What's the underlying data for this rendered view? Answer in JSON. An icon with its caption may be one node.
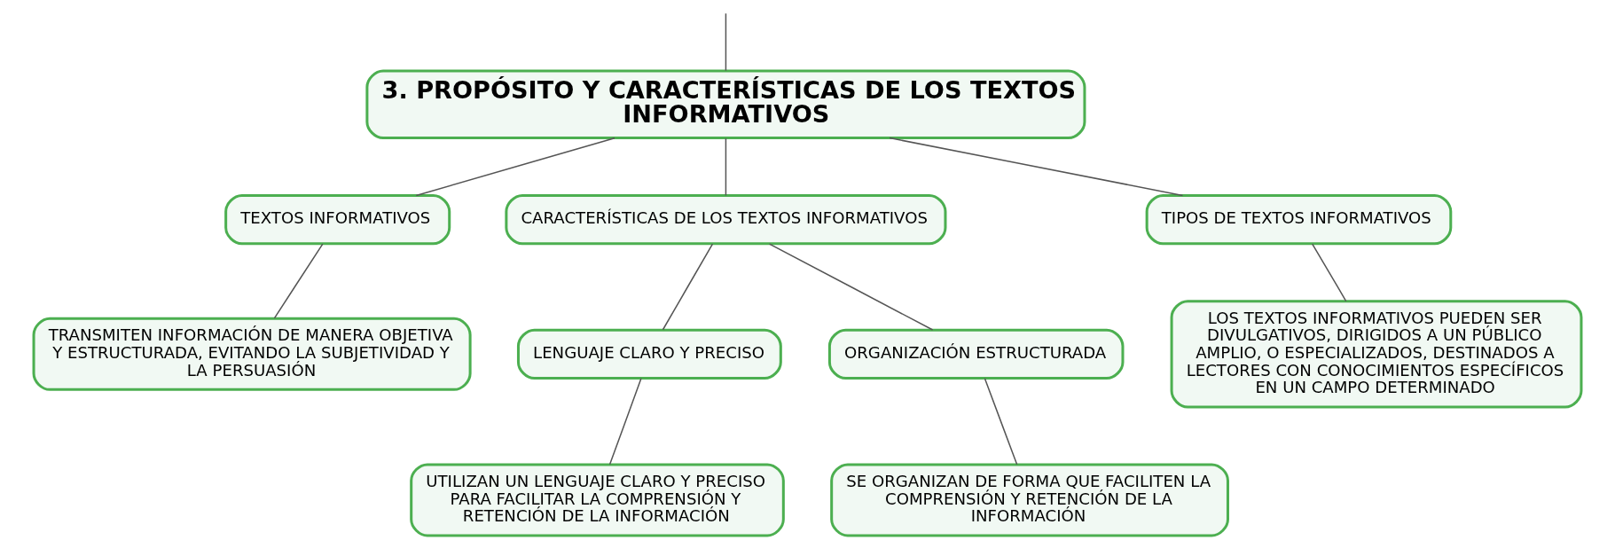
{
  "diagram": {
    "nodes": [
      {
        "text": [
          "3. PROPÓSITO Y CARACTERÍSTICAS DE LOS TEXTOS INFORMATIVOS"
        ]
      },
      {
        "text": [
          "TEXTOS INFORMATIVOS"
        ]
      },
      {
        "text": [
          "CARACTERÍSTICAS DE LOS TEXTOS INFORMATIVOS"
        ]
      },
      {
        "text": [
          "TIPOS DE TEXTOS INFORMATIVOS"
        ]
      },
      {
        "text": [
          "TRANSMITEN INFORMACIÓN DE MANERA OBJETIVA Y ESTRUCTURADA, EVITANDO LA SUBJETIVIDAD Y LA PERSUASIÓN"
        ]
      },
      {
        "text": [
          "LENGUAJE CLARO Y PRECISO"
        ]
      },
      {
        "text": [
          "ORGANIZACIÓN ESTRUCTURADA"
        ]
      },
      {
        "text": [
          "UTILIZAN UN LENGUAJE CLARO Y PRECISO PARA FACILITAR LA COMPRENSIÓN Y RETENCIÓN DE LA INFORMACIÓN"
        ]
      },
      {
        "text": [
          "SE ORGANIZAN DE FORMA QUE FACILITEN LA COMPRENSIÓN Y RETENCIÓN DE LA INFORMACIÓN"
        ]
      },
      {
        "text": [
          "LOS TEXTOS INFORMATIVOS PUEDEN SER DIVULGATIVOS, DIRIGIDOS A UN PÚBLICO AMPLIO, O ESPECIALIZADOS, DESTINADOS A LECTORES CON CONOCIMIENTOS ESPECÍFICOS EN UN CAMPO DETERMINADO"
        ]
      }
    ],
    "edges": [
      {
        "from": null,
        "to": 0,
        "arrow": "none"
      },
      {
        "from": 0,
        "to": 1,
        "arrow": "none"
      },
      {
        "from": 0,
        "to": 2,
        "arrow": "none"
      },
      {
        "from": 0,
        "to": 3,
        "arrow": "none"
      },
      {
        "from": 1,
        "to": 4,
        "arrow": "none"
      },
      {
        "from": 2,
        "to": 5,
        "arrow": "none"
      },
      {
        "from": 2,
        "to": 6,
        "arrow": "none"
      },
      {
        "from": 5,
        "to": 7,
        "arrow": "none"
      },
      {
        "from": 6,
        "to": 8,
        "arrow": "none"
      },
      {
        "from": 3,
        "to": 9,
        "arrow": "none"
      }
    ]
  }
}
